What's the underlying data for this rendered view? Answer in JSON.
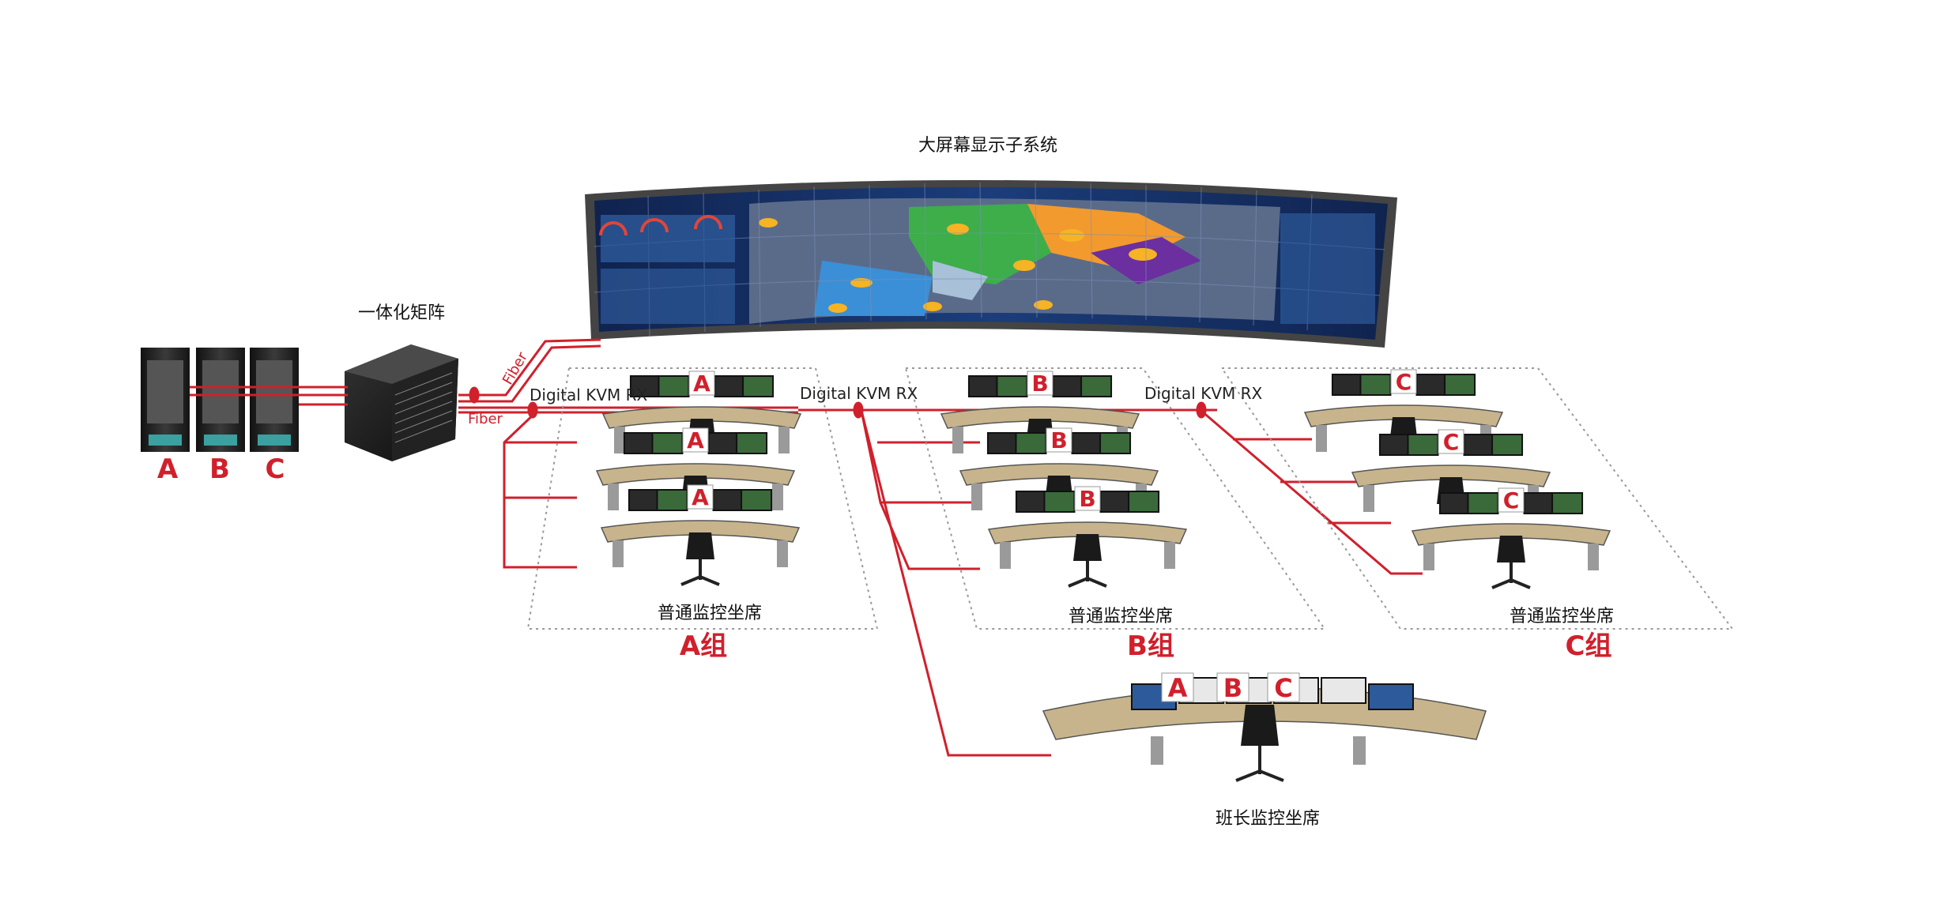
{
  "title": "大屏幕显示子系统",
  "matrix_label": "一体化矩阵",
  "servers": [
    "A",
    "B",
    "C"
  ],
  "fiber_label": "Fiber",
  "kvm_label": "Digital KVM RX",
  "groups": [
    {
      "letter": "A",
      "seat_label": "普通监控坐席",
      "group_label": "A组"
    },
    {
      "letter": "B",
      "seat_label": "普通监控坐席",
      "group_label": "B组"
    },
    {
      "letter": "C",
      "seat_label": "普通监控坐席",
      "group_label": "C组"
    }
  ],
  "supervisor": {
    "label": "班长监控坐席",
    "tags": [
      "A",
      "B",
      "C"
    ]
  },
  "colors": {
    "link": "#d0202c",
    "desk": "#c8b48c",
    "screen_bg": "#16306a"
  }
}
